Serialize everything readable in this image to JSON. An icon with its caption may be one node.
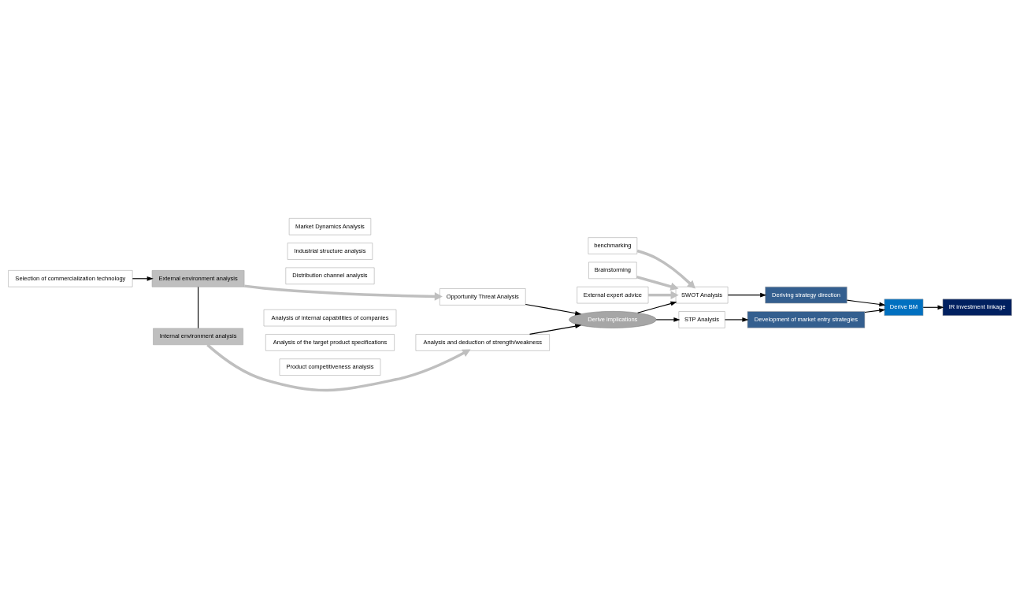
{
  "diagram": {
    "nodes": [
      {
        "text": [
          "Selection of commercialization technology"
        ]
      },
      {
        "text": [
          "External environment analysis"
        ]
      },
      {
        "text": [
          "Market Dynamics Analysis"
        ]
      },
      {
        "text": [
          "Industrial structure analysis"
        ]
      },
      {
        "text": [
          "Distribution channel analysis"
        ]
      },
      {
        "text": [
          "Internal environment analysis"
        ]
      },
      {
        "text": [
          "Analysis of internal capabilities of companies"
        ]
      },
      {
        "text": [
          "Product competitiveness analysis"
        ]
      },
      {
        "text": [
          "Analysis of the target product specifications"
        ]
      },
      {
        "text": [
          "benchmarking"
        ]
      },
      {
        "text": [
          "Brainstorming"
        ]
      },
      {
        "text": [
          "External expert advice"
        ]
      },
      {
        "text": [
          "Opportunity Threat Analysis"
        ]
      },
      {
        "text": [
          "Derive implications"
        ]
      },
      {
        "text": [
          "Analysis and deduction of strength/weakness"
        ]
      },
      {
        "text": [
          "SWOT Analysis"
        ]
      },
      {
        "text": [
          "STP Analysis"
        ]
      },
      {
        "text": [
          "Deriving strategy direction"
        ]
      },
      {
        "text": [
          "Development of market entry strategies"
        ]
      },
      {
        "text": [
          "Derive BM"
        ]
      },
      {
        "text": [
          "IR investment linkage"
        ]
      }
    ],
    "edges": [
      {
        "from": 0,
        "to": 1,
        "arrow": "to"
      },
      {
        "from": 1,
        "to": 5,
        "arrow": "none"
      },
      {
        "from": 1,
        "to": 12,
        "arrow": "to",
        "style": "thick",
        "color": "#bfbfbf"
      },
      {
        "from": 5,
        "to": 14,
        "arrow": "to",
        "style": "thick",
        "color": "#bfbfbf"
      },
      {
        "from": 9,
        "to": 15,
        "arrow": "to",
        "style": "thick",
        "color": "#bfbfbf"
      },
      {
        "from": 10,
        "to": 15,
        "arrow": "to",
        "style": "thick",
        "color": "#bfbfbf"
      },
      {
        "from": 11,
        "to": 15,
        "arrow": "to",
        "style": "thick",
        "color": "#bfbfbf"
      },
      {
        "from": 12,
        "to": 13,
        "arrow": "to"
      },
      {
        "from": 14,
        "to": 13,
        "arrow": "to"
      },
      {
        "from": 13,
        "to": 15,
        "arrow": "to"
      },
      {
        "from": 13,
        "to": 16,
        "arrow": "to"
      },
      {
        "from": 15,
        "to": 17,
        "arrow": "to"
      },
      {
        "from": 16,
        "to": 18,
        "arrow": "to"
      },
      {
        "from": 17,
        "to": 19,
        "arrow": "to"
      },
      {
        "from": 18,
        "to": 19,
        "arrow": "to"
      },
      {
        "from": 19,
        "to": 20,
        "arrow": "to"
      }
    ]
  }
}
